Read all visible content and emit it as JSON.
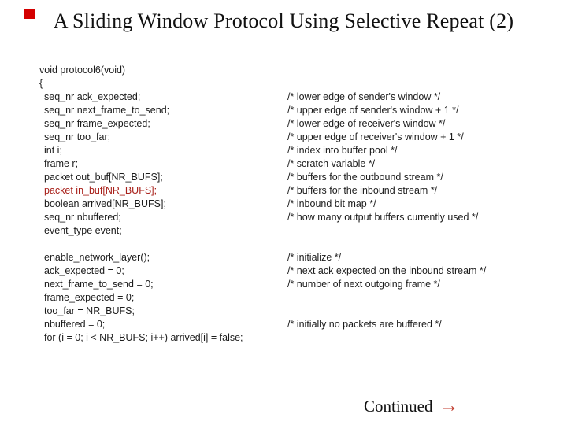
{
  "slide": {
    "title": "A Sliding Window Protocol Using Selective Repeat (2)",
    "continued_label": "Continued",
    "continued_arrow": "→"
  },
  "colors": {
    "accent_red": "#d40000",
    "code_red": "#a8201a",
    "arrow_red": "#c0392b"
  },
  "code": {
    "lines": [
      {
        "code": "void protocol6(void)",
        "comment": "",
        "indent": 0
      },
      {
        "code": "{",
        "comment": "",
        "indent": 0
      },
      {
        "code": "seq_nr ack_expected;",
        "comment": "/* lower edge of sender's window */",
        "indent": 1
      },
      {
        "code": "seq_nr next_frame_to_send;",
        "comment": "/* upper edge of sender's window + 1 */",
        "indent": 1
      },
      {
        "code": "seq_nr frame_expected;",
        "comment": "/* lower edge of receiver's window */",
        "indent": 1
      },
      {
        "code": "seq_nr too_far;",
        "comment": "/* upper edge of receiver's window + 1 */",
        "indent": 1
      },
      {
        "code": "int i;",
        "comment": "/* index into buffer pool */",
        "indent": 1
      },
      {
        "code": "frame r;",
        "comment": "/* scratch variable */",
        "indent": 1
      },
      {
        "code": "packet out_buf[NR_BUFS];",
        "comment": "/* buffers for the outbound stream */",
        "indent": 1
      },
      {
        "code": "packet in_buf[NR_BUFS];",
        "comment": "/* buffers for the inbound stream */",
        "indent": 1,
        "red": true
      },
      {
        "code": "boolean arrived[NR_BUFS];",
        "comment": "/* inbound bit map */",
        "indent": 1
      },
      {
        "code": "seq_nr nbuffered;",
        "comment": "/* how many output buffers currently used */",
        "indent": 1
      },
      {
        "code": "event_type event;",
        "comment": "",
        "indent": 1
      },
      {
        "code": "",
        "comment": "",
        "indent": 0
      },
      {
        "code": "enable_network_layer();",
        "comment": "/* initialize */",
        "indent": 1
      },
      {
        "code": "ack_expected = 0;",
        "comment": "/* next ack expected on the inbound stream */",
        "indent": 1
      },
      {
        "code": "next_frame_to_send = 0;",
        "comment": "/* number of next outgoing frame */",
        "indent": 1
      },
      {
        "code": "frame_expected = 0;",
        "comment": "",
        "indent": 1
      },
      {
        "code": "too_far = NR_BUFS;",
        "comment": "",
        "indent": 1
      },
      {
        "code": "nbuffered = 0;",
        "comment": "/* initially no packets are buffered */",
        "indent": 1
      },
      {
        "code": "for (i = 0; i < NR_BUFS; i++) arrived[i] = false;",
        "comment": "",
        "indent": 1
      }
    ]
  }
}
